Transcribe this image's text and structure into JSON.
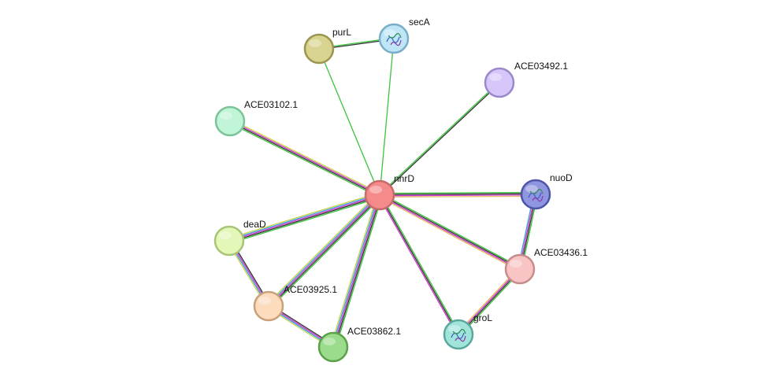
{
  "nodes": [
    {
      "id": "nnrD",
      "label": "nnrD",
      "fill": "#f58a8a",
      "stroke": "#c86a6a",
      "structure": false
    },
    {
      "id": "purL",
      "label": "purL",
      "fill": "#d8d48f",
      "stroke": "#9a9650",
      "structure": false
    },
    {
      "id": "secA",
      "label": "secA",
      "fill": "#bfe6f7",
      "stroke": "#79aec8",
      "structure": true
    },
    {
      "id": "ACE03492.1",
      "label": "ACE03492.1",
      "fill": "#d6c6fa",
      "stroke": "#9a88c8",
      "structure": false
    },
    {
      "id": "ACE03102.1",
      "label": "ACE03102.1",
      "fill": "#bff4d6",
      "stroke": "#7cc39a",
      "structure": false
    },
    {
      "id": "nuoD",
      "label": "nuoD",
      "fill": "#8f95de",
      "stroke": "#4d55a8",
      "structure": true
    },
    {
      "id": "deaD",
      "label": "deaD",
      "fill": "#e3f7b9",
      "stroke": "#a8c477",
      "structure": false
    },
    {
      "id": "ACE03436.1",
      "label": "ACE03436.1",
      "fill": "#f8c4c4",
      "stroke": "#c68c8c",
      "structure": false
    },
    {
      "id": "ACE03925.1",
      "label": "ACE03925.1",
      "fill": "#fddcbd",
      "stroke": "#c8a07a",
      "structure": false
    },
    {
      "id": "groL",
      "label": "groL",
      "fill": "#a0e4da",
      "stroke": "#5aa89c",
      "structure": true
    },
    {
      "id": "ACE03862.1",
      "label": "ACE03862.1",
      "fill": "#9bdb8c",
      "stroke": "#5ba04a",
      "structure": false
    }
  ],
  "edges": [
    {
      "source": "nnrD",
      "target": "purL",
      "colors": [
        "#3bc43b"
      ]
    },
    {
      "source": "nnrD",
      "target": "secA",
      "colors": [
        "#3bc43b"
      ]
    },
    {
      "source": "purL",
      "target": "secA",
      "colors": [
        "#3bc43b",
        "#333333"
      ]
    },
    {
      "source": "nnrD",
      "target": "ACE03492.1",
      "colors": [
        "#3bc43b",
        "#333333"
      ]
    },
    {
      "source": "nnrD",
      "target": "ACE03102.1",
      "colors": [
        "#3bc43b",
        "#333333",
        "#cc33cc",
        "#c8d44a"
      ]
    },
    {
      "source": "nnrD",
      "target": "nuoD",
      "colors": [
        "#3bc43b",
        "#333333",
        "#cc33cc",
        "#e0c060"
      ]
    },
    {
      "source": "nnrD",
      "target": "deaD",
      "colors": [
        "#3bc43b",
        "#333333",
        "#cc33cc",
        "#3aa0d8",
        "#c8d44a"
      ]
    },
    {
      "source": "nnrD",
      "target": "ACE03436.1",
      "colors": [
        "#3bc43b",
        "#333333",
        "#cc33cc",
        "#e0c060"
      ]
    },
    {
      "source": "nnrD",
      "target": "ACE03925.1",
      "colors": [
        "#3bc43b",
        "#333333",
        "#cc33cc",
        "#3aa0d8",
        "#c8d44a"
      ]
    },
    {
      "source": "nnrD",
      "target": "groL",
      "colors": [
        "#3bc43b",
        "#333333",
        "#cc33cc"
      ]
    },
    {
      "source": "nnrD",
      "target": "ACE03862.1",
      "colors": [
        "#3bc43b",
        "#333333",
        "#cc33cc",
        "#3aa0d8",
        "#c8d44a"
      ]
    },
    {
      "source": "nuoD",
      "target": "ACE03436.1",
      "colors": [
        "#3bc43b",
        "#333333",
        "#cc33cc",
        "#3aa0d8"
      ]
    },
    {
      "source": "ACE03436.1",
      "target": "groL",
      "colors": [
        "#3bc43b",
        "#333333",
        "#cc33cc",
        "#e0c060"
      ]
    },
    {
      "source": "deaD",
      "target": "ACE03925.1",
      "colors": [
        "#333333",
        "#cc33cc",
        "#3aa0d8",
        "#c8d44a"
      ]
    },
    {
      "source": "ACE03925.1",
      "target": "ACE03862.1",
      "colors": [
        "#333333",
        "#cc33cc",
        "#3aa0d8",
        "#c8d44a"
      ]
    }
  ]
}
